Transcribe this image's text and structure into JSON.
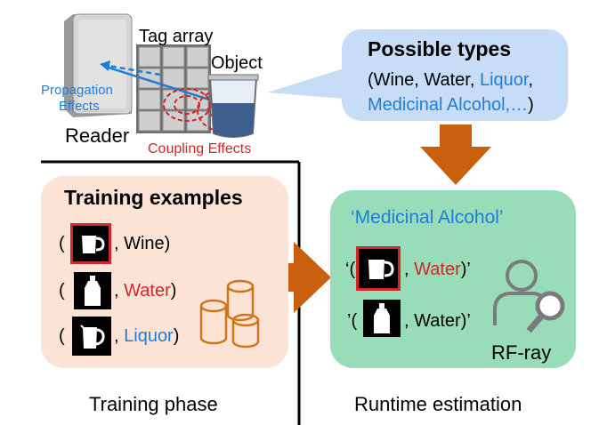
{
  "top": {
    "reader_label": "Reader",
    "tag_array_label": "Tag array",
    "object_label": "Object",
    "propagation_line1": "Propagation",
    "propagation_line2": "Effects",
    "coupling_label": "Coupling Effects"
  },
  "bubble": {
    "title": "Possible types",
    "line1_a": "(Wine, Water, ",
    "line1_b": "Liquor",
    "line1_c": ",",
    "line2_a": "Medicinal Alcohol,…",
    "line2_b": ")"
  },
  "training": {
    "title": "Training examples",
    "examples": [
      {
        "open": "(",
        "label": ", Wine)",
        "icon": "mug-icon"
      },
      {
        "open": "(",
        "label": "Water",
        "close": ")",
        "icon": "bottle-icon"
      },
      {
        "open": "(",
        "label": "Liquor",
        "close": ")",
        "icon": "pitcher-icon"
      }
    ],
    "phase_label": "Training phase"
  },
  "runtime": {
    "prediction": "‘Medicinal Alcohol’",
    "row1_open": "‘(",
    "row1_label": "Water",
    "row1_close": ")’",
    "row2_open": "’(",
    "row2_label": ", Water)’",
    "rfray_label": "RF-ray",
    "phase_label": "Runtime estimation"
  },
  "colors": {
    "blue": "#1f7ed6",
    "red": "#d32626",
    "orange_arrow": "#c8600f",
    "train_bg": "#fbe4d6",
    "run_bg": "#98dcba",
    "bubble_bg": "#c7dcf7"
  }
}
